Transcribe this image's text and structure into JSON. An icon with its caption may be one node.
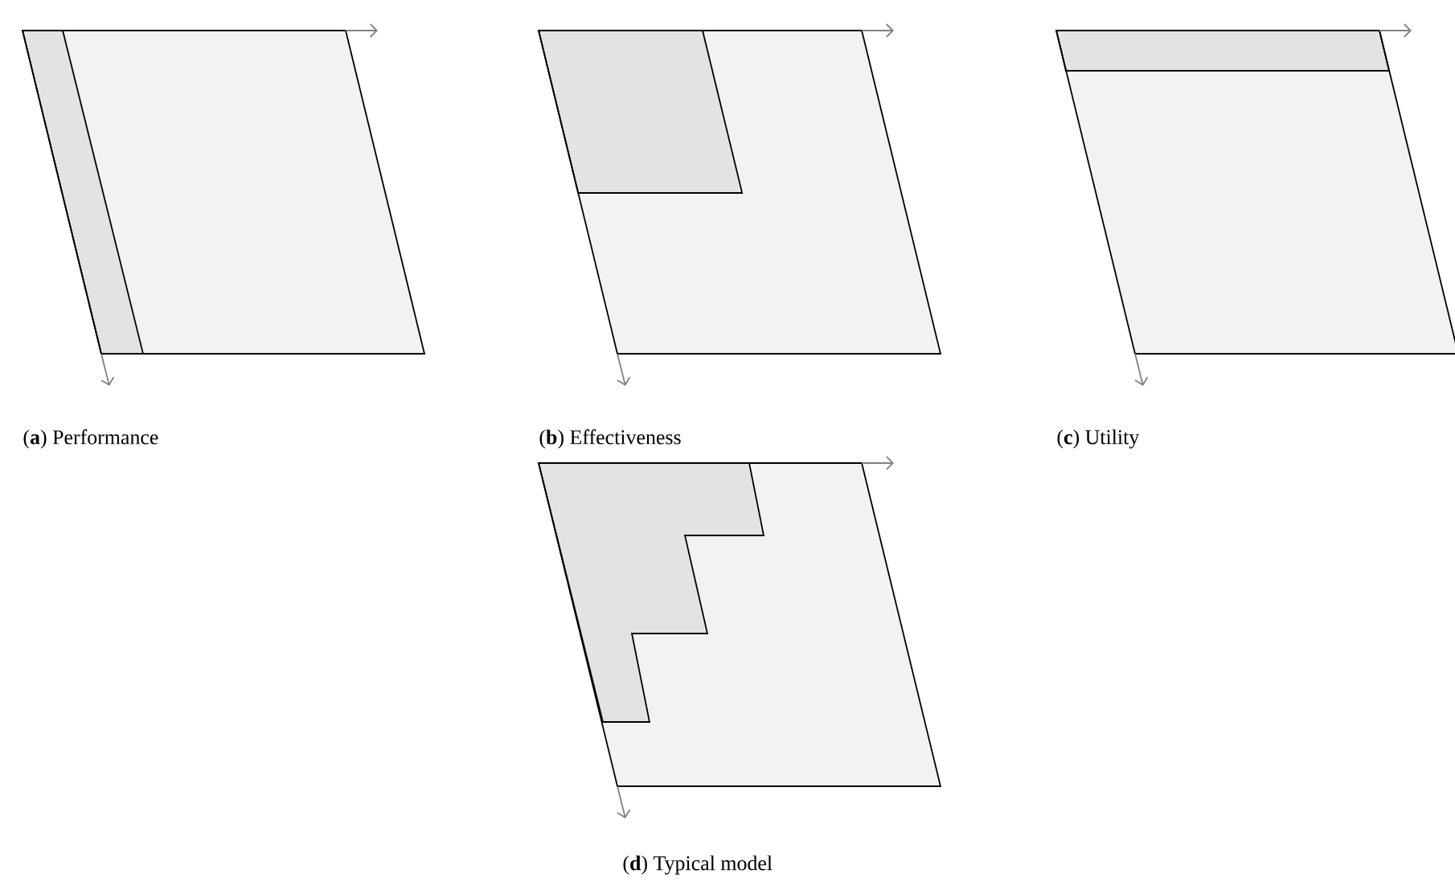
{
  "diagram": {
    "labels": [
      "(**a**) Performance",
      "(**b**) Effectiveness",
      "(**c**) Utility",
      "(**d**) Typical model"
    ]
  }
}
